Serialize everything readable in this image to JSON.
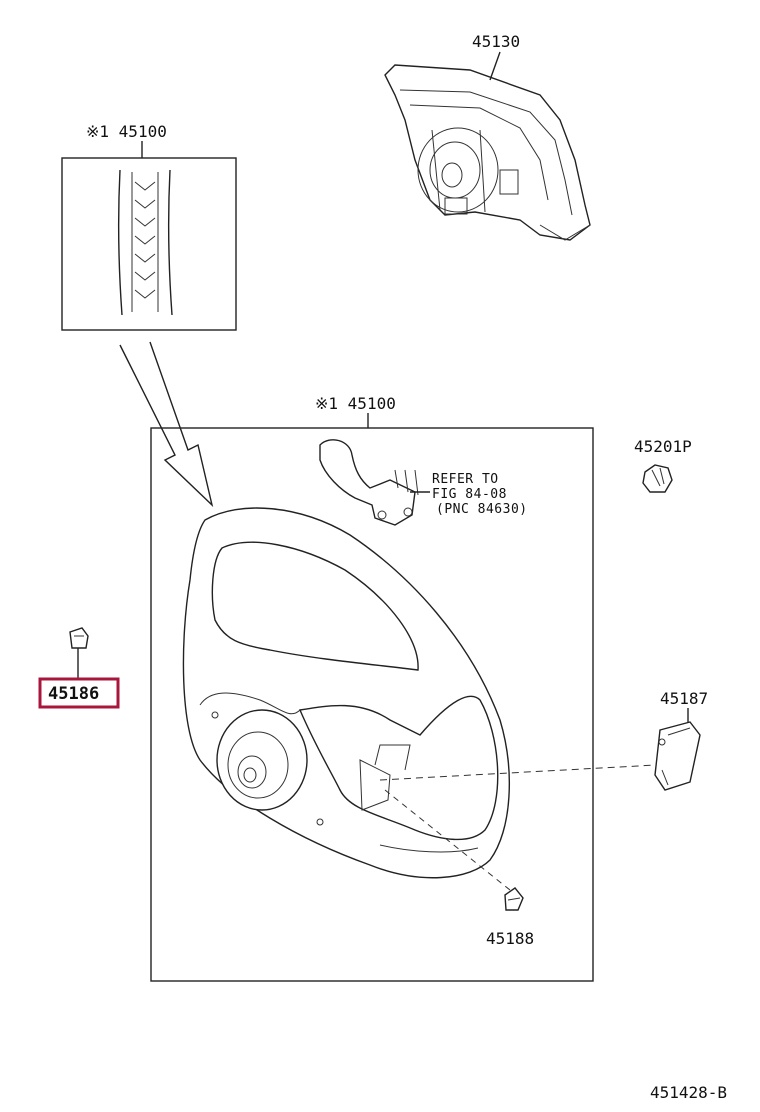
{
  "labels": {
    "horn_pad": "45130",
    "detail_wheel": "※1 45100",
    "wheel_assy": "※1 45100",
    "bolt": "45201P",
    "clip_highlighted": "45186",
    "cover_right": "45187",
    "screw_bottom": "45188",
    "diagram_id": "451428-B"
  },
  "refer_note": {
    "line1": "REFER TO",
    "line2": "FIG 84-08",
    "line3": "(PNC 84630)"
  },
  "colors": {
    "highlight_border": "#a8173b",
    "line": "#222222"
  }
}
